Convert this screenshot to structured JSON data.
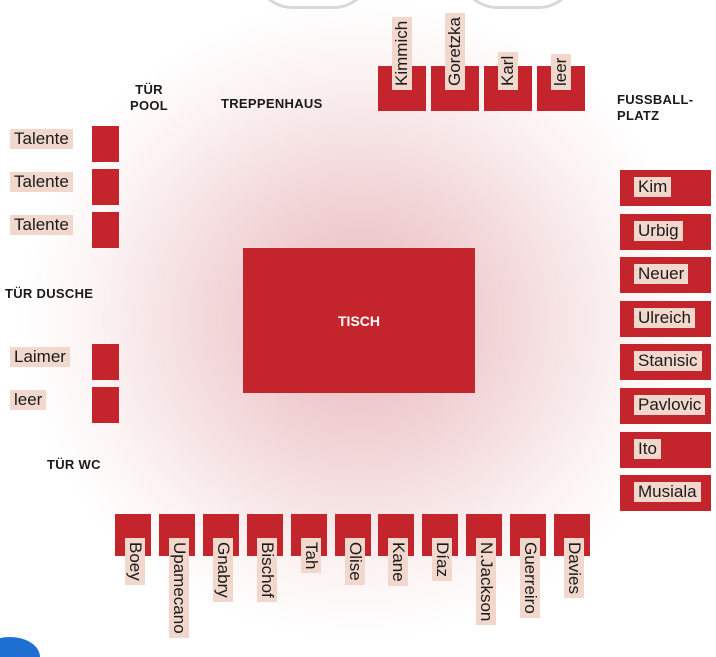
{
  "rooms": {
    "door_pool": "TÜR\nPOOL",
    "stairwell": "TREPPENHAUS",
    "football_pitch": "FUSSBALL-\nPLATZ",
    "door_shower": "TÜR DUSCHE",
    "door_wc": "TÜR WC"
  },
  "table_label": "TISCH",
  "top_seats": [
    "Kimmich",
    "Goretzka",
    "Karl",
    "leer"
  ],
  "left_seats_upper": [
    "Talente",
    "Talente",
    "Talente"
  ],
  "left_seats_lower": [
    "Laimer",
    "leer"
  ],
  "right_seats": [
    "Kim",
    "Urbig",
    "Neuer",
    "Ulreich",
    "Stanisic",
    "Pavlovic",
    "Ito",
    "Musiala"
  ],
  "bottom_seats": [
    "Boey",
    "Upamecano",
    "Gnabry",
    "Bischof",
    "Tah",
    "Olise",
    "Kane",
    "Díaz",
    "N.Jackson",
    "Guerreiro",
    "Davies"
  ],
  "colors": {
    "chair": "#c4252c",
    "name_tag": "#f2d8cc",
    "glow": "#e7b9bc"
  }
}
